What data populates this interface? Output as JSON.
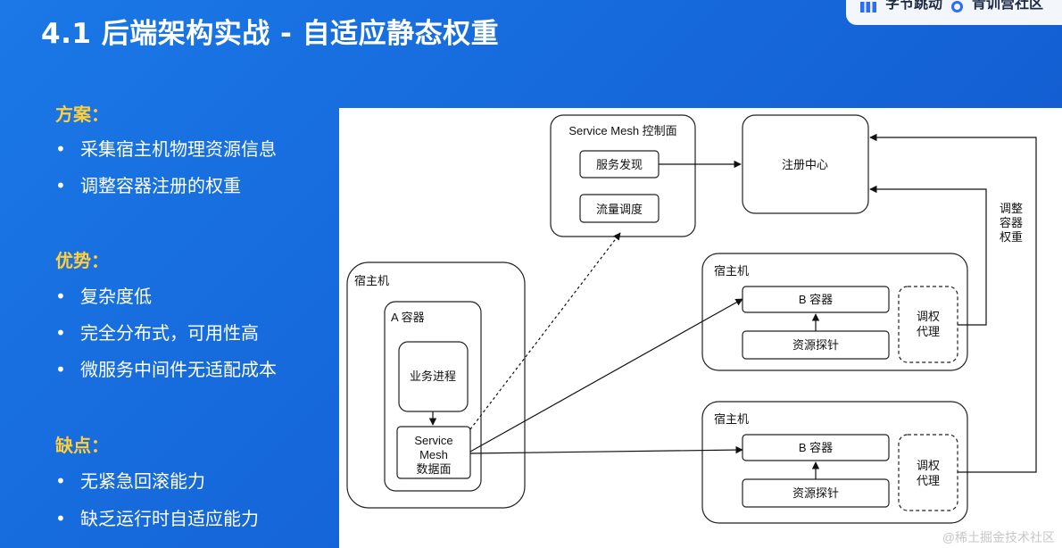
{
  "header": {
    "title": "4.1  后端架构实战 - 自适应静态权重",
    "brand_left": "字节跳动",
    "brand_right": "青训营社区"
  },
  "sections": [
    {
      "heading": "方案：",
      "items": [
        "采集宿主机物理资源信息",
        "调整容器注册的权重"
      ]
    },
    {
      "heading": "优势：",
      "items": [
        "复杂度低",
        "完全分布式，可用性高",
        "微服务中间件无适配成本"
      ]
    },
    {
      "heading": "缺点：",
      "items": [
        "无紧急回滚能力",
        "缺乏运行时自适应能力"
      ]
    }
  ],
  "bullet_symbol": "•",
  "diagram": {
    "control_plane": {
      "label": "Service Mesh 控制面",
      "service_discovery": "服务发现",
      "traffic_scheduling": "流量调度"
    },
    "registry": {
      "label": "注册中心"
    },
    "host_left": {
      "label": "宿主机",
      "container_a": "A 容器",
      "business_process": "业务进程",
      "data_plane_lines": [
        "Service",
        "Mesh",
        "数据面"
      ]
    },
    "host_top": {
      "label": "宿主机",
      "container_b": "B 容器",
      "resource_probe": "资源探针",
      "weight_proxy_lines": [
        "调权",
        "代理"
      ]
    },
    "host_bottom": {
      "label": "宿主机",
      "container_b": "B 容器",
      "resource_probe": "资源探针",
      "weight_proxy_lines": [
        "调权",
        "代理"
      ]
    },
    "adjust_label_lines": [
      "调整",
      "容器",
      "权重"
    ],
    "watermark": "@稀土掘金技术社区"
  },
  "colors": {
    "background": "#1b78e6",
    "heading": "#ffcf3a",
    "text": "#ffffff",
    "diagram_stroke": "#222222"
  }
}
